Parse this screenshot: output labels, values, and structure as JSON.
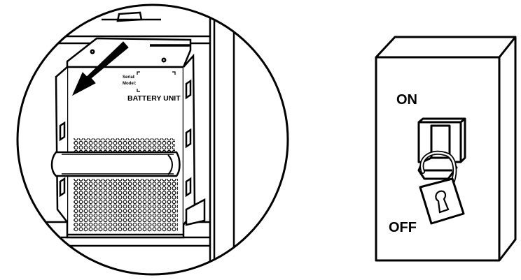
{
  "battery_detail": {
    "serial_label": "Serial:",
    "model_label": "Model:",
    "unit_label": "BATTERY UNIT"
  },
  "disconnect_switch": {
    "on_label": "ON",
    "off_label": "OFF"
  },
  "colors": {
    "line": "#000000",
    "background": "#ffffff"
  },
  "icons": [
    "removal-direction-arrow-icon",
    "padlock-icon",
    "keyhole-icon"
  ]
}
